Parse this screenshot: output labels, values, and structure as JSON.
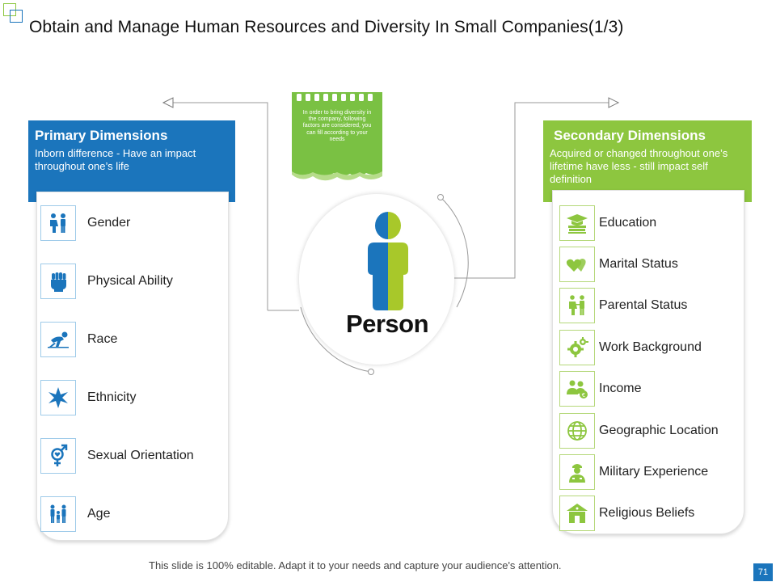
{
  "title": "Obtain and Manage Human Resources and Diversity In Small Companies(1/3)",
  "note": "In order to bring diversity in the company, following factors are considered, you can fill according to your needs",
  "center_label": "Person",
  "primary": {
    "title": "Primary Dimensions",
    "subtitle": "Inborn difference - Have an impact throughout one’s life",
    "items": [
      {
        "label": "Gender",
        "icon": "gender-icon"
      },
      {
        "label": "Physical Ability",
        "icon": "fist-icon"
      },
      {
        "label": "Race",
        "icon": "runner-icon"
      },
      {
        "label": "Ethnicity",
        "icon": "star-burst-icon"
      },
      {
        "label": "Sexual Orientation",
        "icon": "orientation-symbol-icon"
      },
      {
        "label": "Age",
        "icon": "family-icon"
      }
    ]
  },
  "secondary": {
    "title": "Secondary Dimensions",
    "subtitle": "Acquired or changed throughout one’s lifetime have less - still impact self definition",
    "items": [
      {
        "label": "Education",
        "icon": "graduation-cap-icon"
      },
      {
        "label": "Marital Status",
        "icon": "hearts-icon"
      },
      {
        "label": "Parental Status",
        "icon": "parents-icon"
      },
      {
        "label": "Work Background",
        "icon": "gears-icon"
      },
      {
        "label": "Income",
        "icon": "income-icon"
      },
      {
        "label": "Geographic Location",
        "icon": "globe-icon"
      },
      {
        "label": "Military Experience",
        "icon": "soldier-icon"
      },
      {
        "label": "Religious Beliefs",
        "icon": "temple-icon"
      }
    ]
  },
  "footer": "This slide is 100% editable. Adapt it to your needs and capture your audience's attention.",
  "page_number": "71",
  "colors": {
    "primary": "#1b75bc",
    "secondary": "#8dc63f"
  }
}
